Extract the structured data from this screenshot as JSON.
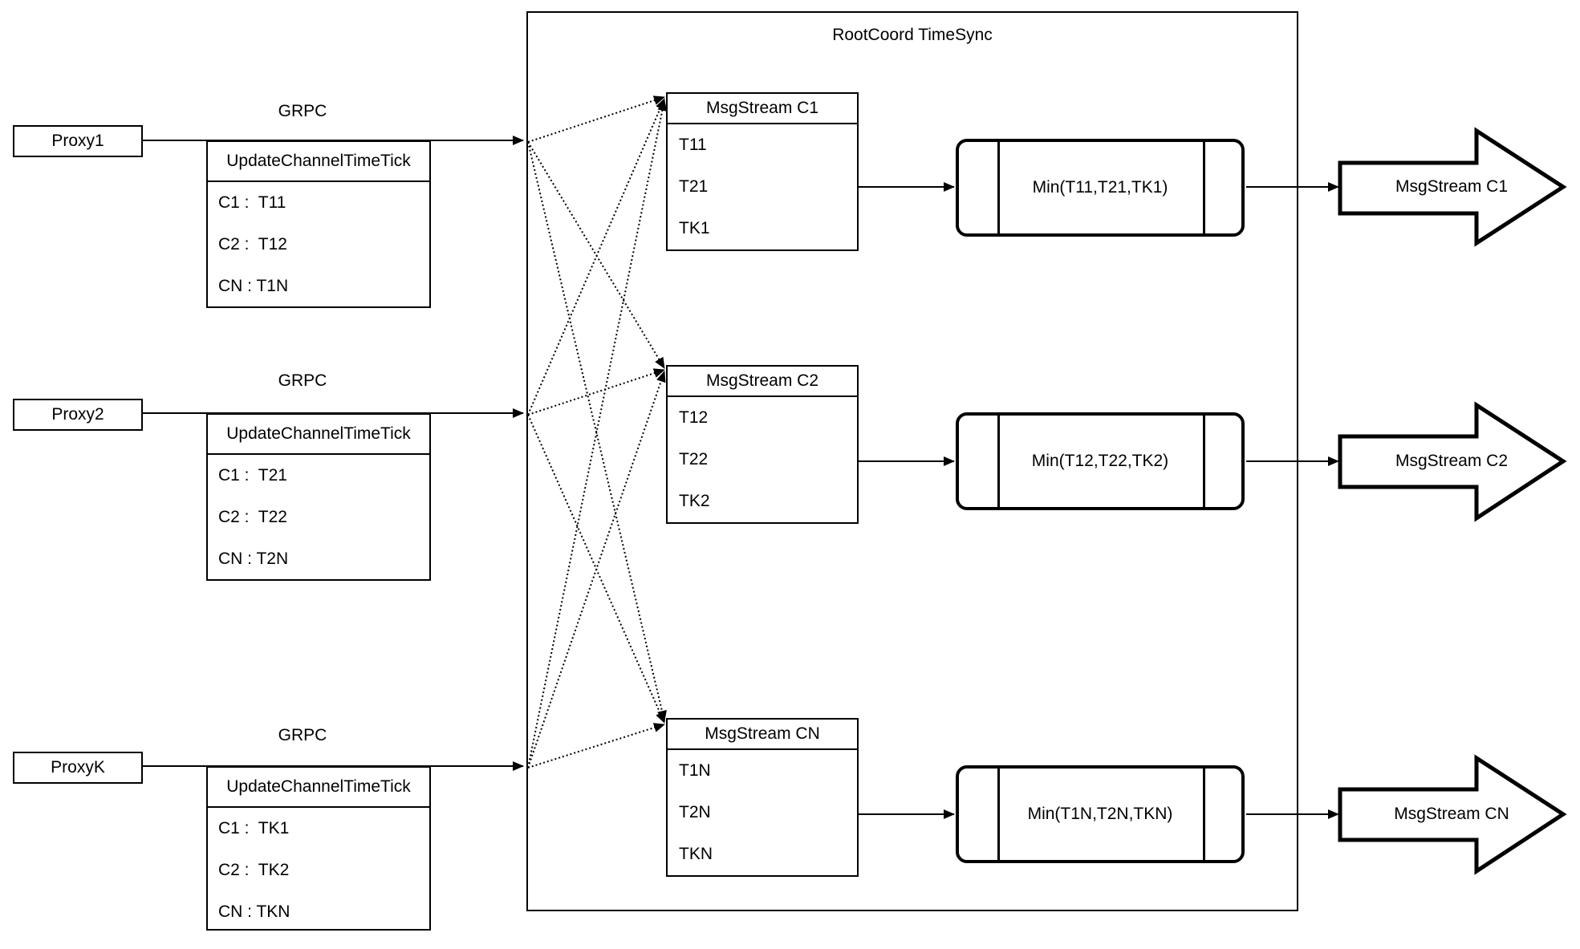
{
  "diagram": {
    "title": "RootCoord TimeSync",
    "colors": {
      "stroke": "#000000",
      "background": "#ffffff"
    },
    "proxies": [
      {
        "name": "Proxy1",
        "protocol": "GRPC",
        "message": "UpdateChannelTimeTick",
        "rows": [
          "C1 :  T11",
          "C2 :  T12",
          "CN : T1N"
        ]
      },
      {
        "name": "Proxy2",
        "protocol": "GRPC",
        "message": "UpdateChannelTimeTick",
        "rows": [
          "C1 :  T21",
          "C2 :  T22",
          "CN : T2N"
        ]
      },
      {
        "name": "ProxyK",
        "protocol": "GRPC",
        "message": "UpdateChannelTimeTick",
        "rows": [
          "C1 :  TK1",
          "C2 :  TK2",
          "CN : TKN"
        ]
      }
    ],
    "streams": [
      {
        "header": "MsgStream C1",
        "rows": [
          "T11",
          "T21",
          "TK1"
        ],
        "min": "Min(T11,T21,TK1)",
        "output": "MsgStream C1"
      },
      {
        "header": "MsgStream C2",
        "rows": [
          "T12",
          "T22",
          "TK2"
        ],
        "min": "Min(T12,T22,TK2)",
        "output": "MsgStream C2"
      },
      {
        "header": "MsgStream CN",
        "rows": [
          "T1N",
          "T2N",
          "TKN"
        ],
        "min": "Min(T1N,T2N,TKN)",
        "output": "MsgStream CN"
      }
    ]
  }
}
